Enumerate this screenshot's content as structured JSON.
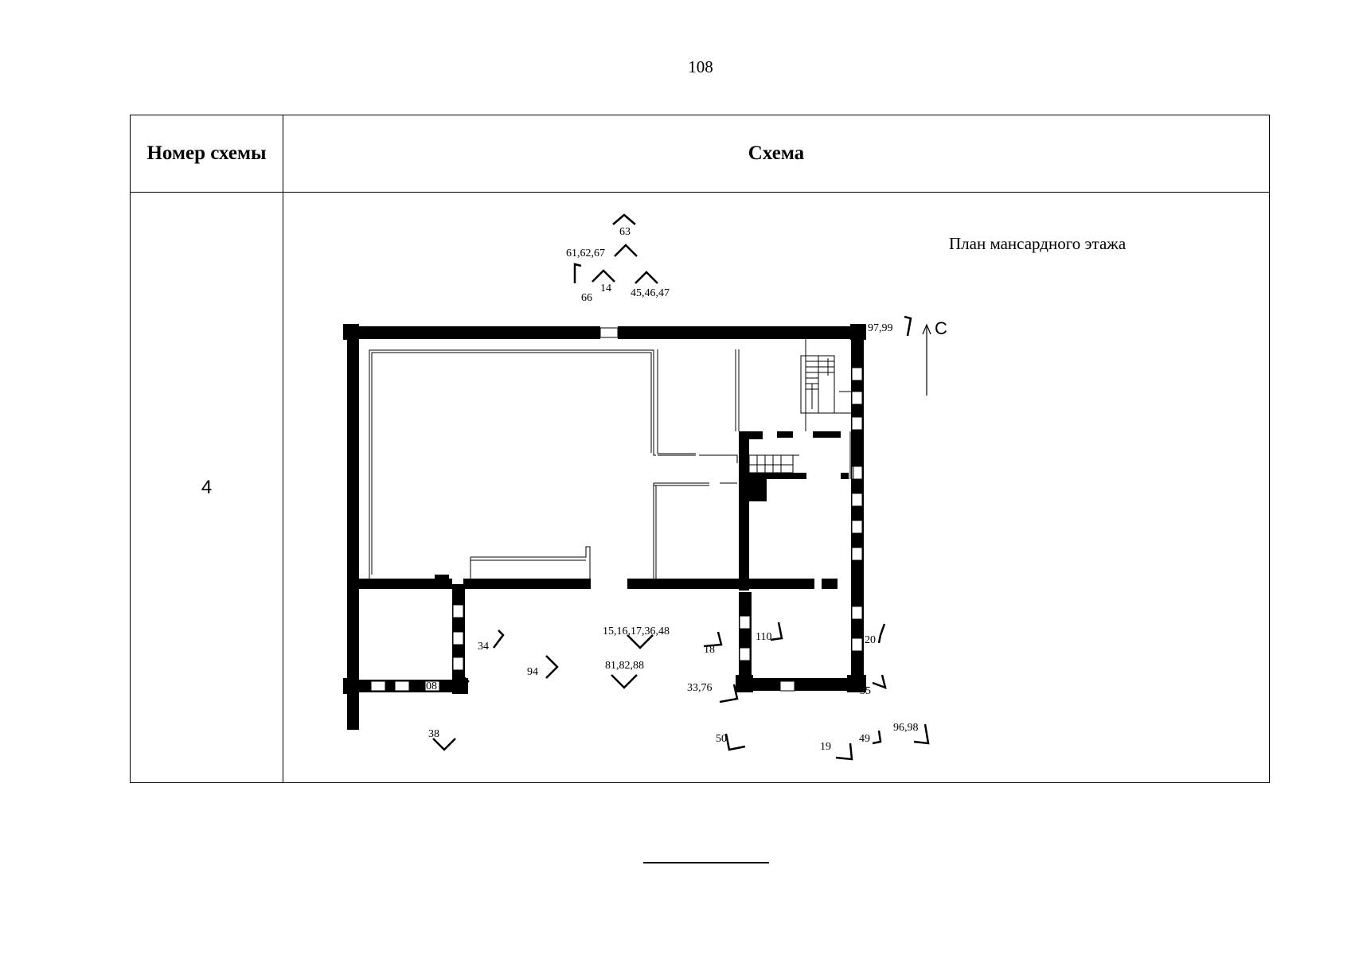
{
  "page": {
    "number": "108"
  },
  "table": {
    "header": {
      "col1": "Номер схемы",
      "col2": "Схема"
    },
    "row": {
      "scheme_number": "4",
      "plan_title": "План мансардного этажа",
      "north_label": "С",
      "viewpoints": [
        "63",
        "61,62,67",
        "66",
        "14",
        "45,46,47",
        "97,99",
        "15,16,17,36,48",
        "81,82,88",
        "34",
        "94",
        "108",
        "38",
        "18",
        "110",
        "33,76",
        "50",
        "20",
        "35",
        "96,98",
        "49",
        "19"
      ]
    }
  }
}
